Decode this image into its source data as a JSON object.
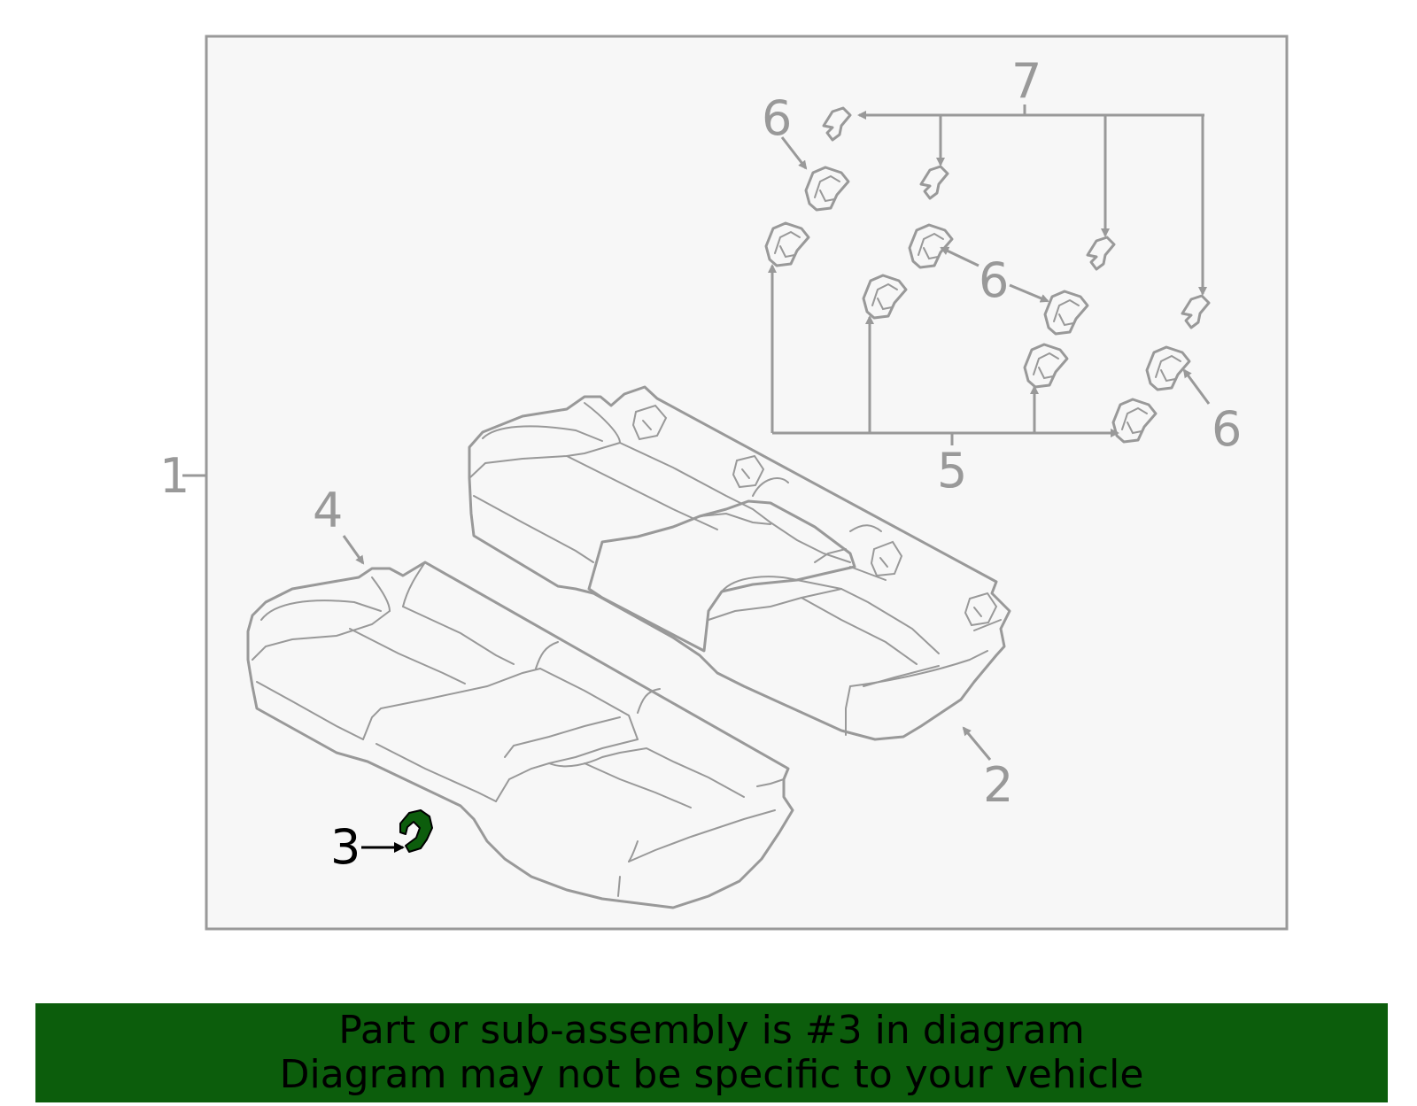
{
  "diagram": {
    "callouts": {
      "assembly": "1",
      "back_cushion": "2",
      "highlighted_part": "3",
      "seat_cushion": "4",
      "clip_group_lower": "5",
      "clip_left_top": "6",
      "clip_middle": "6",
      "clip_right": "6",
      "clip_group_upper": "7"
    },
    "highlighted_callout": "3"
  },
  "colors": {
    "line": "#999999",
    "panel_background": "#f7f7f7",
    "highlight_fill": "#0c5d0c",
    "banner_background": "#0c5d0c",
    "text": "#000000"
  },
  "banner": {
    "line1": "Part or sub-assembly is #3 in diagram",
    "line2": "Diagram may not be specific to your vehicle"
  }
}
